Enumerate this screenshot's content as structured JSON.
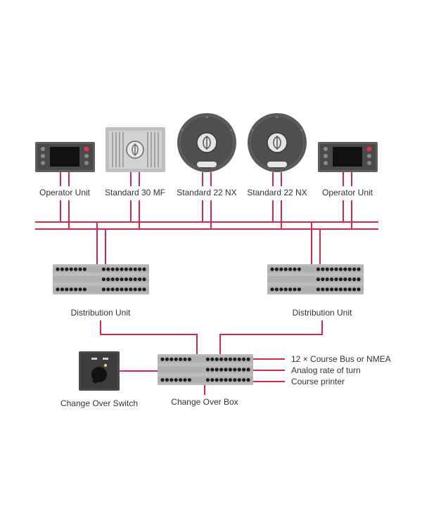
{
  "colors": {
    "wire": "#d6284b",
    "device_dark": "#4a4a4a",
    "device_frame": "#5e5e5e",
    "screen": "#111111",
    "indicator": "#e23355",
    "panel": "#bdbdbd",
    "panel_dot": "#1e1e1e",
    "gyro_body": "#5a5a5a",
    "label_text": "#333333"
  },
  "devices": {
    "operator_unit_left": {
      "label": "Operator Unit"
    },
    "standard_30_mf": {
      "label": "Standard 30 MF"
    },
    "standard_22_nx_a": {
      "label": "Standard 22 NX"
    },
    "standard_22_nx_b": {
      "label": "Standard 22 NX"
    },
    "operator_unit_right": {
      "label": "Operator Unit"
    }
  },
  "distribution_units": {
    "left": {
      "label": "Distribution Unit"
    },
    "right": {
      "label": "Distribution Unit"
    }
  },
  "change_over_box": {
    "label": "Change Over Box"
  },
  "change_over_switch": {
    "label": "Change Over Switch"
  },
  "outputs": [
    {
      "label": "12 × Course Bus or NMEA"
    },
    {
      "label": "Analog rate of turn"
    },
    {
      "label": "Course printer"
    }
  ]
}
